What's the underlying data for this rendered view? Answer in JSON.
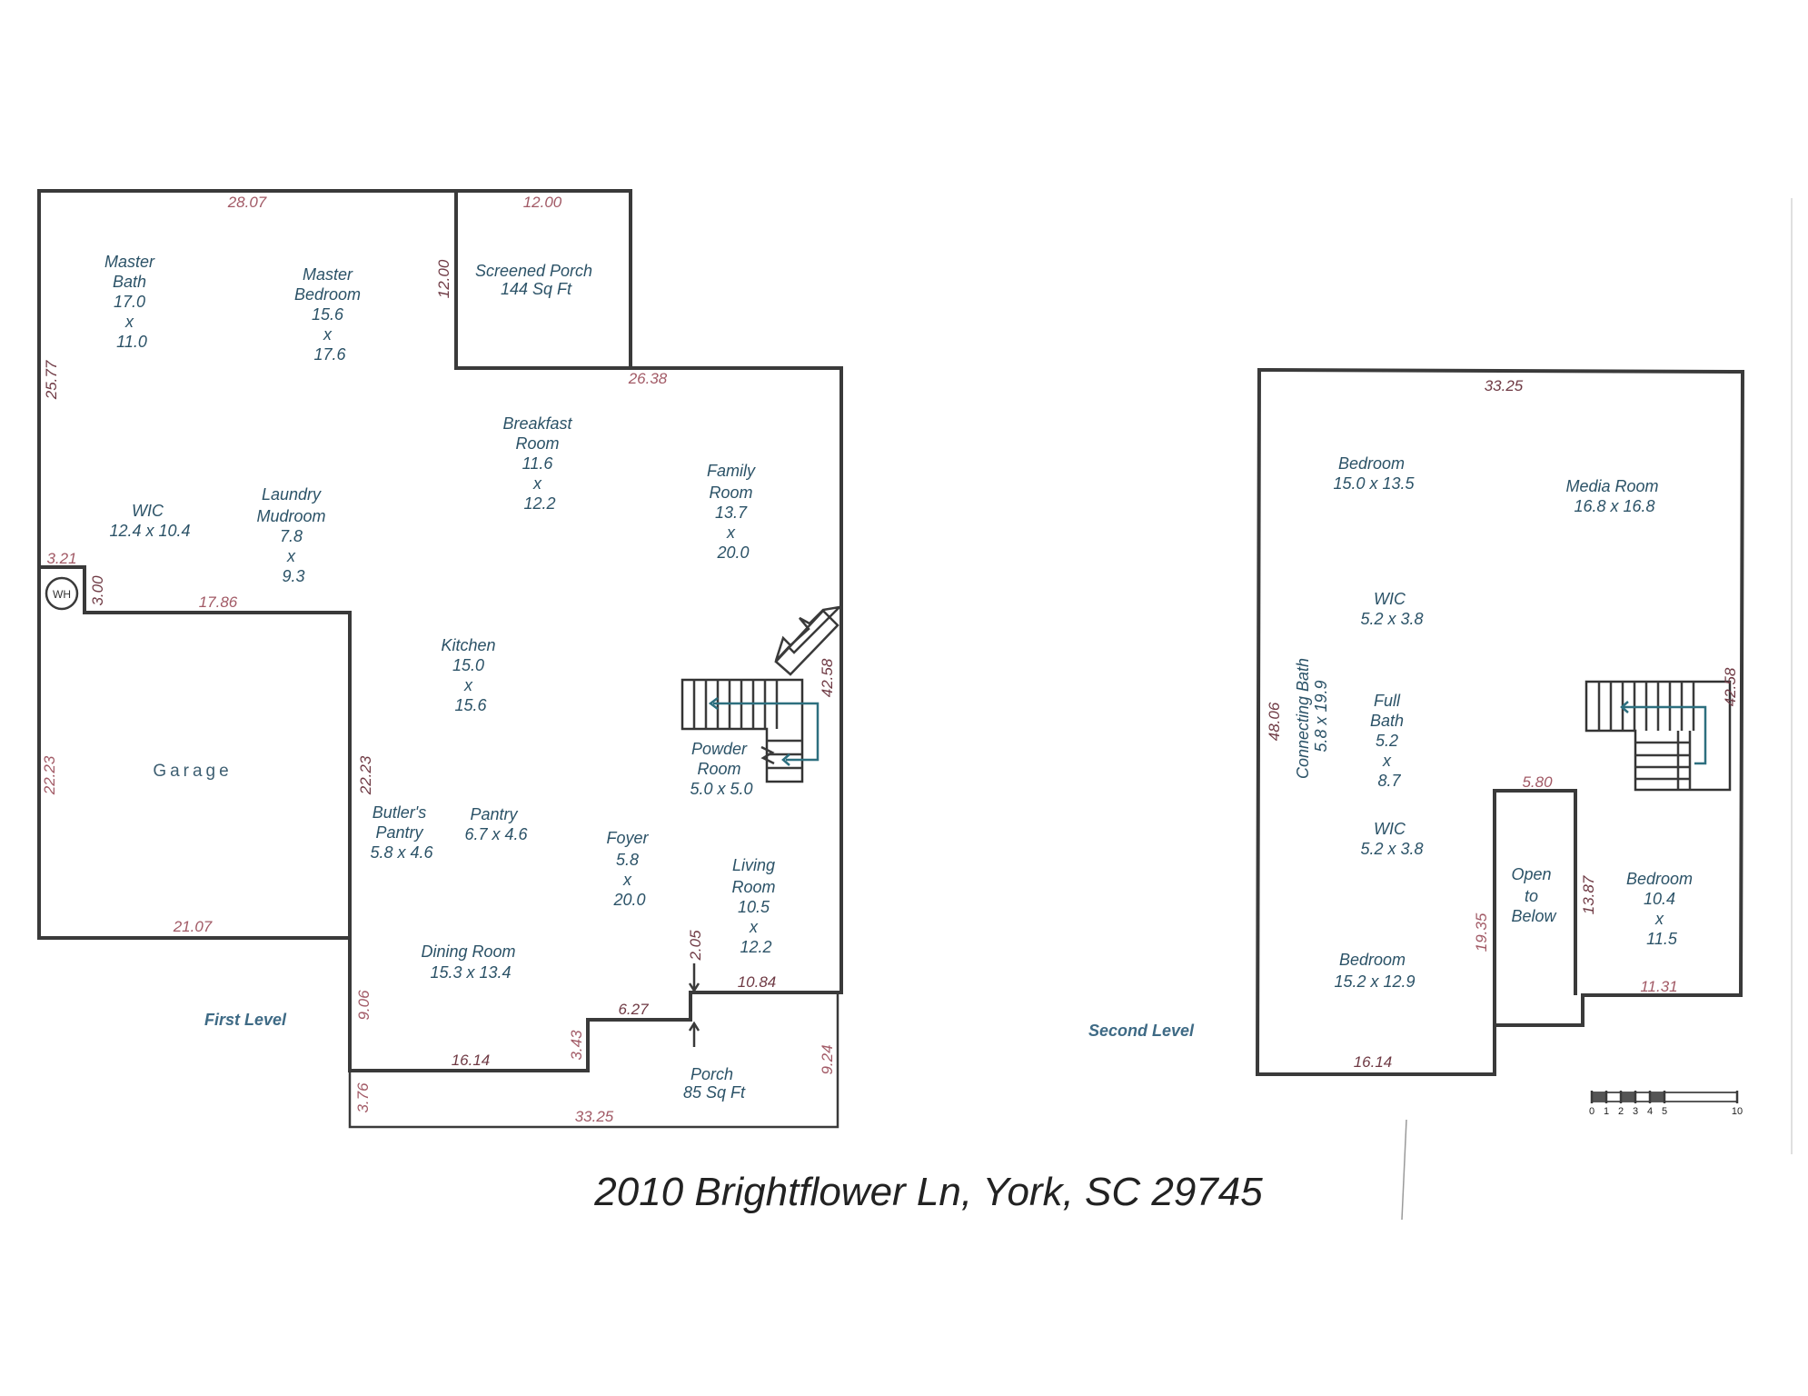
{
  "address": "2010 Brightflower Ln, York, SC  29745",
  "levels": {
    "first": "First Level",
    "second": "Second Level"
  },
  "first_level": {
    "rooms": {
      "master_bath": [
        "Master",
        "Bath",
        "17.0",
        "x",
        "11.0"
      ],
      "master_bedroom": [
        "Master",
        "Bedroom",
        "15.6",
        "x",
        "17.6"
      ],
      "screened_porch": [
        "Screened Porch",
        "144 Sq Ft"
      ],
      "breakfast_room": [
        "Breakfast",
        "Room",
        "11.6",
        "x",
        "12.2"
      ],
      "family_room": [
        "Family",
        "Room",
        "13.7",
        "x",
        "20.0"
      ],
      "wic": [
        "WIC",
        "12.4 x 10.4"
      ],
      "laundry": [
        "Laundry",
        "Mudroom",
        "7.8",
        "x",
        "9.3"
      ],
      "kitchen": [
        "Kitchen",
        "15.0",
        "x",
        "15.6"
      ],
      "powder_room": [
        "Powder",
        "Room",
        "5.0 x 5.0"
      ],
      "garage": "Garage",
      "butlers_pantry": [
        "Butler's",
        "Pantry",
        "5.8 x 4.6"
      ],
      "pantry": [
        "Pantry",
        "6.7 x 4.6"
      ],
      "foyer": [
        "Foyer",
        "5.8",
        "x",
        "20.0"
      ],
      "living_room": [
        "Living",
        "Room",
        "10.5",
        "x",
        "12.2"
      ],
      "dining_room": [
        "Dining Room",
        "15.3 x 13.4"
      ],
      "porch": [
        "Porch",
        "85 Sq Ft"
      ],
      "water_heater": "WH"
    },
    "dimensions": {
      "top_left": "28.07",
      "top_porch": "12.00",
      "porch_side": "12.00",
      "left_upper": "25.77",
      "main_top": "26.38",
      "wh_width": "3.21",
      "wh_depth": "3.00",
      "garage_top": "17.86",
      "garage_left": "22.23",
      "garage_right": "22.23",
      "garage_bottom": "21.07",
      "right_wall": "42.58",
      "dining_left": "9.06",
      "dining_bottom": "16.14",
      "step_height": "3.43",
      "step_width": "6.27",
      "living_offset": "2.05",
      "living_bottom": "10.84",
      "porch_right": "9.24",
      "porch_left": "3.76",
      "porch_bottom": "33.25"
    }
  },
  "second_level": {
    "rooms": {
      "bedroom_1": [
        "Bedroom",
        "15.0 x 13.5"
      ],
      "media_room": [
        "Media Room",
        "16.8 x 16.8"
      ],
      "wic_1": [
        "WIC",
        "5.2 x 3.8"
      ],
      "connecting_bath": [
        "Connecting Bath",
        "5.8 x 19.9"
      ],
      "full_bath": [
        "Full",
        "Bath",
        "5.2",
        "x",
        "8.7"
      ],
      "wic_2": [
        "WIC",
        "5.2 x 3.8"
      ],
      "open_to_below": [
        "Open",
        "to",
        "Below"
      ],
      "bedroom_2": [
        "Bedroom",
        "10.4",
        "x",
        "11.5"
      ],
      "bedroom_3": [
        "Bedroom",
        "15.2 x 12.9"
      ]
    },
    "dimensions": {
      "top": "33.25",
      "left": "48.06",
      "right": "42.58",
      "open_width": "5.80",
      "open_left": "19.35",
      "bedroom_left": "13.87",
      "bedroom_bottom": "11.31",
      "bottom": "16.14"
    }
  },
  "scale_labels": [
    "0",
    "1",
    "2",
    "3",
    "4",
    "5",
    "10"
  ]
}
